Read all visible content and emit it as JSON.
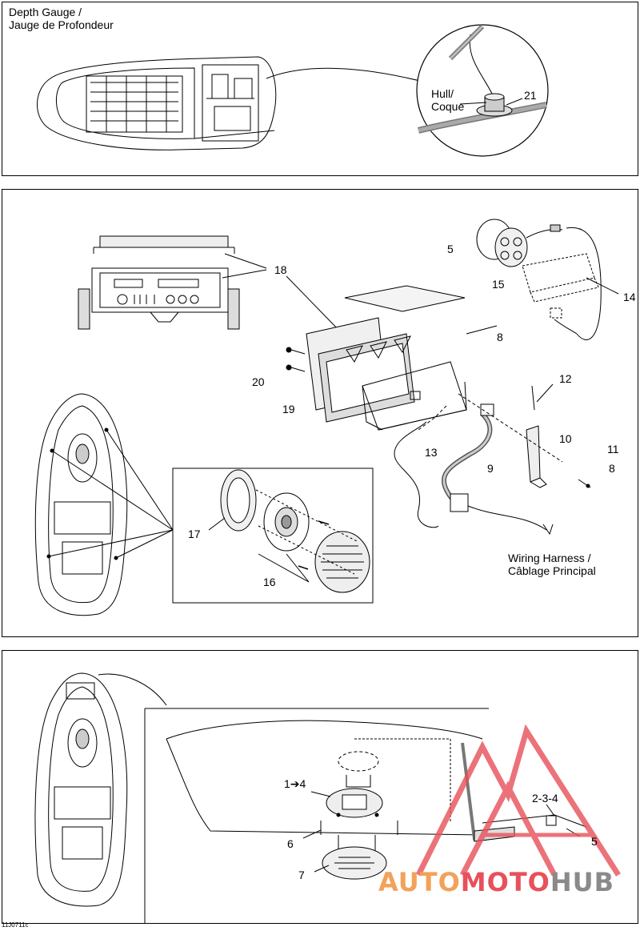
{
  "depth_gauge": {
    "title_line1": "Depth Gauge /",
    "title_line2": "Jauge de Profondeur",
    "hull_label_line1": "Hull/",
    "hull_label_line2": "Coque",
    "part_21": "21"
  },
  "audio": {
    "parts": {
      "p18": "18",
      "p5": "5",
      "p15": "15",
      "p14": "14",
      "p8a": "8",
      "p20": "20",
      "p19": "19",
      "p12": "12",
      "p10": "10",
      "p13": "13",
      "p11": "11",
      "p9": "9",
      "p8b": "8",
      "p17": "17",
      "p16": "16"
    },
    "harness_line1": "Wiring Harness /",
    "harness_line2": "Câblage Principal"
  },
  "bottom": {
    "parts": {
      "p1to4": "1➔4",
      "p234": "2-3-4",
      "p5": "5",
      "p6": "6",
      "p7": "7"
    }
  },
  "watermark": {
    "part1": "AUTO",
    "part2": "MOTO",
    "part3": "HUB"
  },
  "figure_code": "11J0711c",
  "colors": {
    "watermark_orange": "#f2a25a",
    "watermark_red": "#e8505a",
    "watermark_gray": "#8a8a8a"
  }
}
